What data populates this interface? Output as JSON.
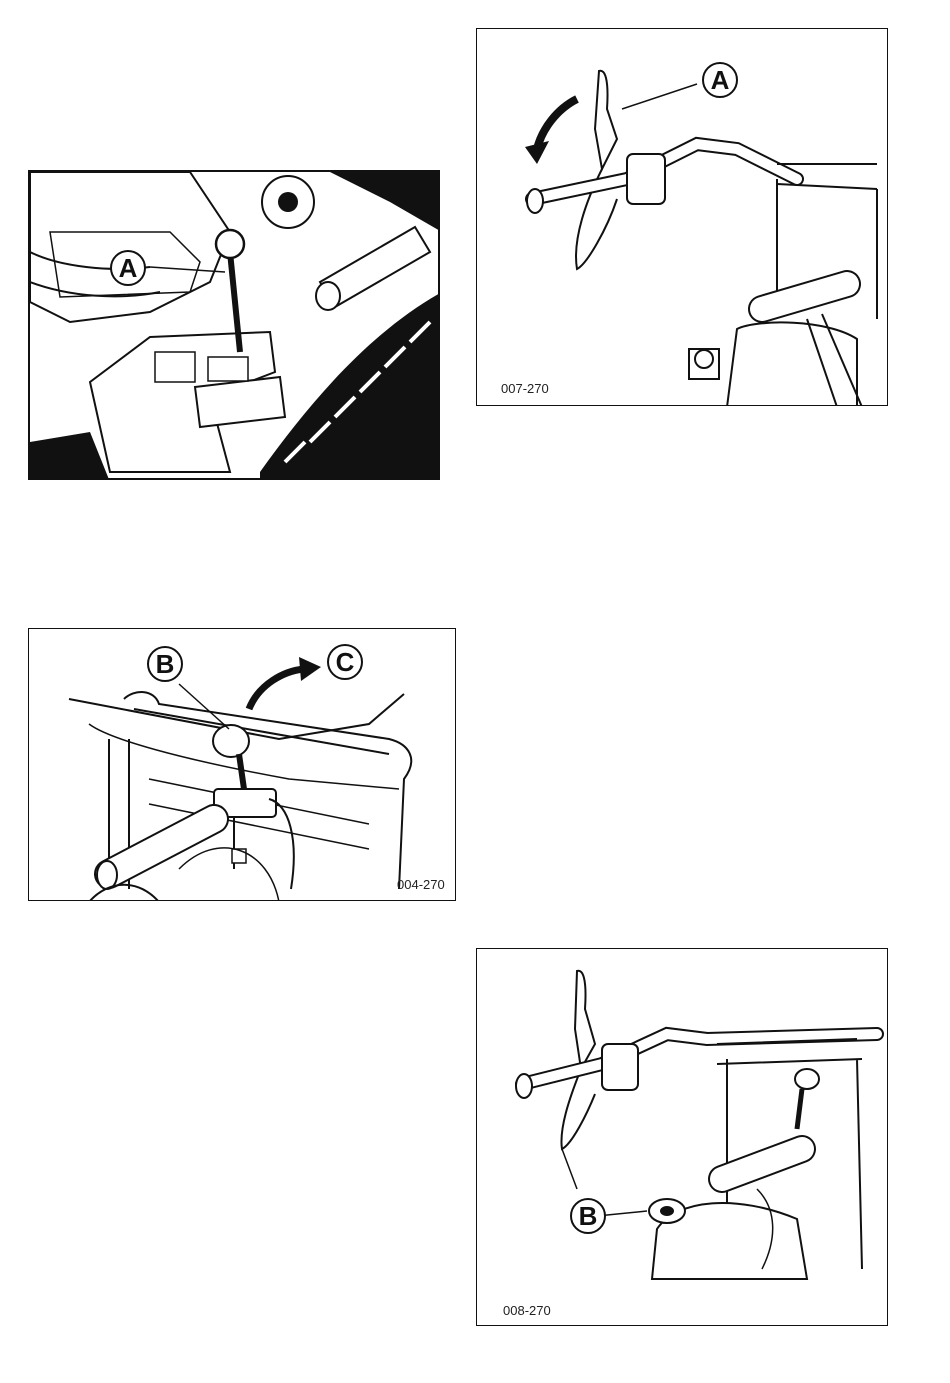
{
  "figures": [
    {
      "id": "fig-gear-lever",
      "code": "",
      "callouts": [
        "A"
      ]
    },
    {
      "id": "fig-handle-lever-a",
      "code": "007-270",
      "callouts": [
        "A"
      ]
    },
    {
      "id": "fig-shift-knob",
      "code": "004-270",
      "callouts": [
        "B",
        "C"
      ]
    },
    {
      "id": "fig-handle-b",
      "code": "008-270",
      "callouts": [
        "B"
      ]
    }
  ]
}
